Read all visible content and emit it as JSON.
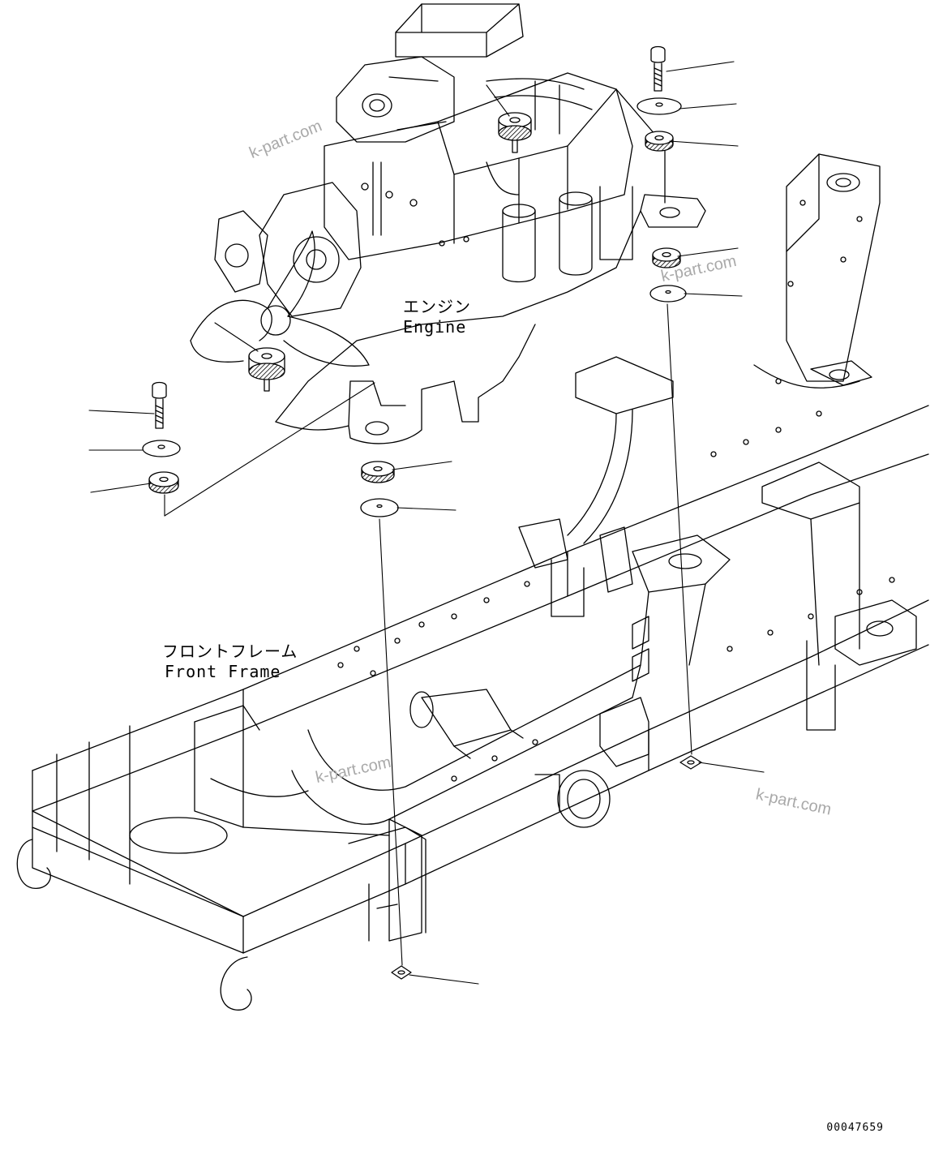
{
  "labels": {
    "engine_ja": "エンジン",
    "engine_en": "Engine",
    "frame_ja": "フロントフレーム",
    "frame_en": "Front Frame"
  },
  "watermark": "k-part.com",
  "drawing_number": "00047659"
}
